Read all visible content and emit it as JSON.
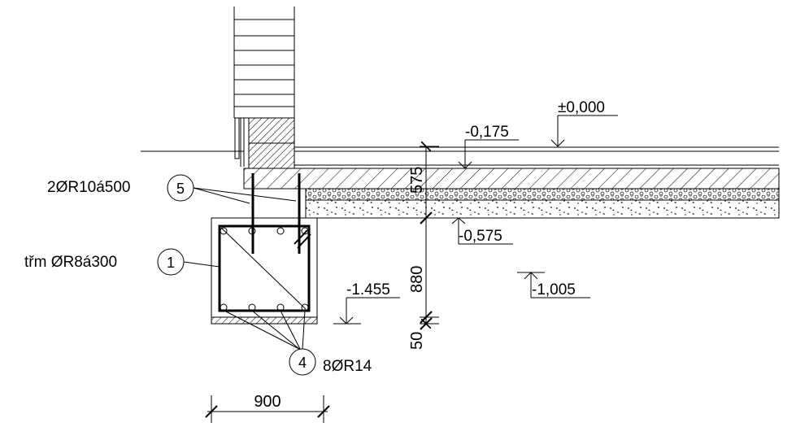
{
  "labels": {
    "rebar_top": "2ØR10á500",
    "stirrup": "třm ØR8á300",
    "rebar_main": "8ØR14"
  },
  "markers": {
    "m5": "5",
    "m1": "1",
    "m4": "4"
  },
  "levels": {
    "ground": "±0,000",
    "floor_top": "-0,175",
    "floor_bottom": "-0,575",
    "footing_bottom": "-1.455",
    "terrain": "-1,005"
  },
  "dimensions": {
    "floor_thickness": "575",
    "footing_depth": "880",
    "blinding": "50",
    "footing_width": "900"
  }
}
